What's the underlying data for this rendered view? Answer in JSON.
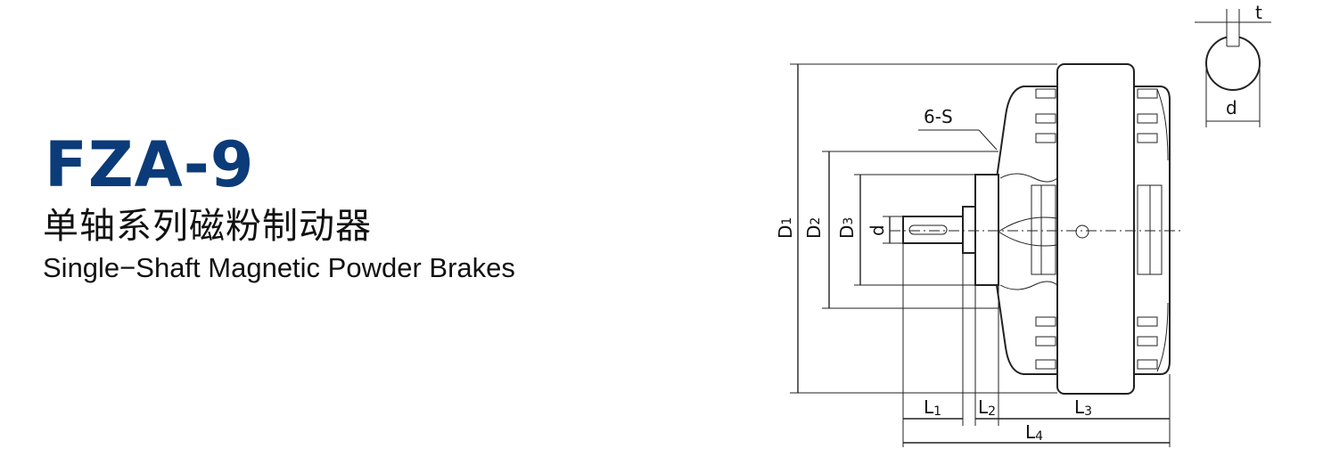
{
  "title": {
    "model": "FZA-9",
    "chinese": "单轴系列磁粉制动器",
    "english": "Single−Shaft Magnetic Powder Brakes"
  },
  "diagram": {
    "hole_label": "6-S",
    "keyway_labels": {
      "t": "t",
      "d": "d"
    },
    "diameters": {
      "D1": {
        "base": "D",
        "sub": "1"
      },
      "D2": {
        "base": "D",
        "sub": "2"
      },
      "D3": {
        "base": "D",
        "sub": "3"
      },
      "d": "d"
    },
    "lengths": {
      "L1": {
        "base": "L",
        "sub": "1"
      },
      "L2": {
        "base": "L",
        "sub": "2"
      },
      "L3": {
        "base": "L",
        "sub": "3"
      },
      "L4": {
        "base": "L",
        "sub": "4"
      }
    }
  }
}
